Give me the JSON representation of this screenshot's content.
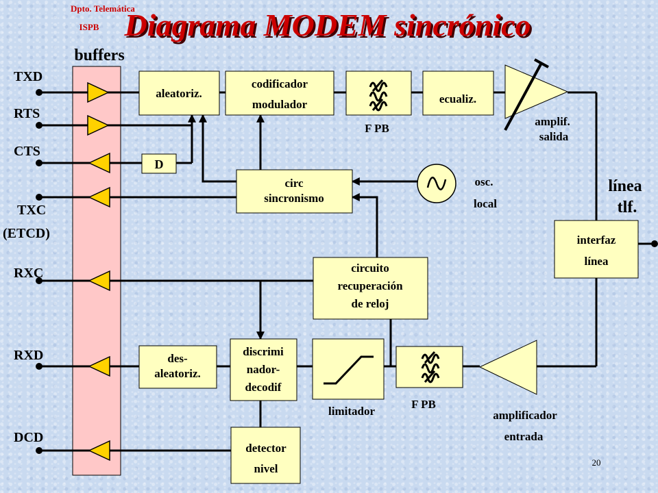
{
  "header": {
    "dept": "Dpto. Telemática",
    "org": "ISPB",
    "title": "Diagrama MODEM sincrónico"
  },
  "labels": {
    "buffers": "buffers",
    "signals": {
      "txd": "TXD",
      "rts": "RTS",
      "cts": "CTS",
      "txc": "TXC",
      "txc_sub": "(ETCD)",
      "rxc": "RXC",
      "rxd": "RXD",
      "dcd": "DCD"
    },
    "line": {
      "l1": "línea",
      "l2": "tlf."
    }
  },
  "blocks": {
    "aleatoriz": "aleatoriz.",
    "codificador": {
      "l1": "codificador",
      "l2": "modulador"
    },
    "fpb_tx": "F PB",
    "ecualiz": "ecualiz.",
    "amplif_salida": {
      "l1": "amplif.",
      "l2": "salida"
    },
    "d": "D",
    "circ_sync": {
      "l1": "circ",
      "l2": "sincronismo"
    },
    "osc_local": {
      "l1": "osc.",
      "l2": "local"
    },
    "interfaz": {
      "l1": "interfaz",
      "l2": "línea"
    },
    "recuperacion": {
      "l1": "circuito",
      "l2": "recuperación",
      "l3": "de reloj"
    },
    "desaleatoriz": {
      "l1": "des-",
      "l2": "aleatoriz."
    },
    "discrim": {
      "l1": "discrimi",
      "l2": "nador-",
      "l3": "decodif"
    },
    "limitador": "limitador",
    "fpb_rx": "F PB",
    "amplif_entrada": {
      "l1": "amplificador",
      "l2": "entrada"
    },
    "detector": {
      "l1": "detector",
      "l2": "nivel"
    }
  },
  "footer": {
    "page_number": "20"
  },
  "colors": {
    "background": "#c9daf0",
    "block_fill": "#ffffc0",
    "buffer_column": "#ffc8c8",
    "buffer_triangle": "#ffd200",
    "title": "#cc0000"
  }
}
